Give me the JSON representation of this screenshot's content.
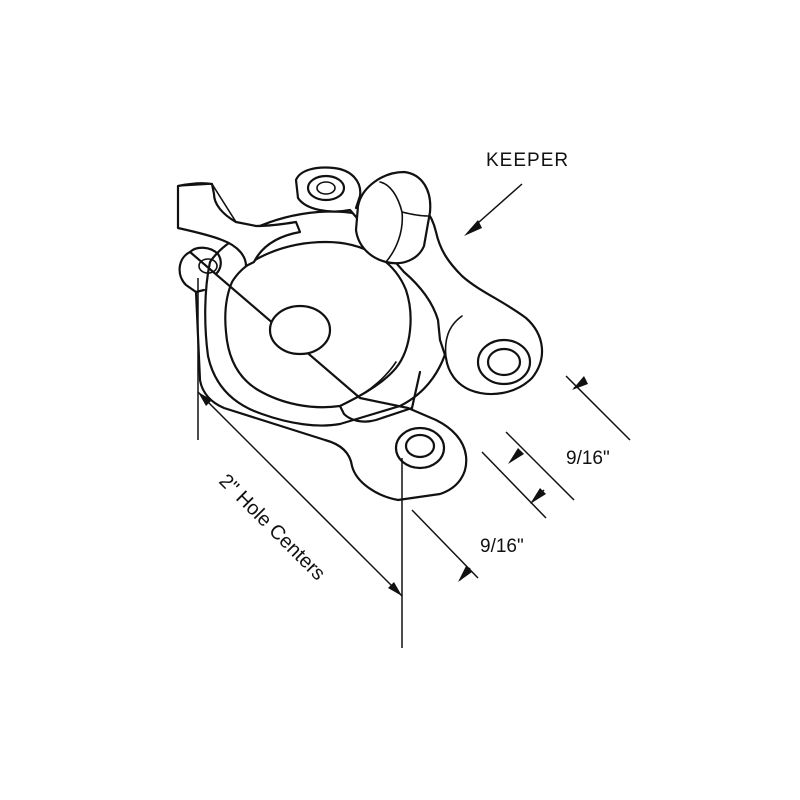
{
  "labels": {
    "keeper": "KEEPER",
    "dim_right": "9/16\"",
    "dim_front": "9/16\"",
    "hole_centers": "2\" Hole Centers"
  },
  "colors": {
    "line": "#111111",
    "background": "#ffffff"
  }
}
